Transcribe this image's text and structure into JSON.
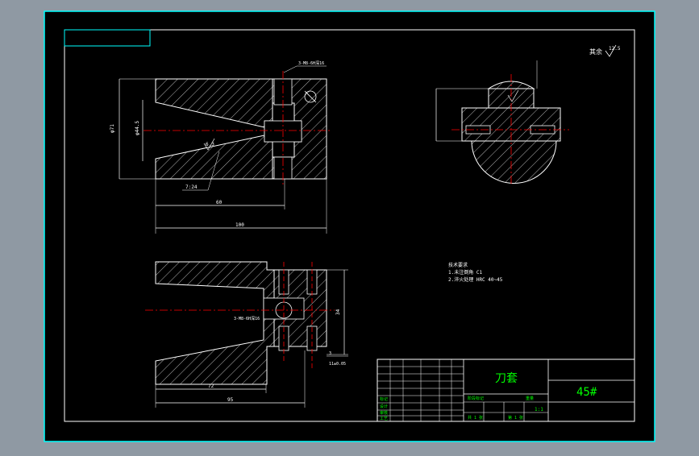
{
  "drawing": {
    "part_name": "刀套",
    "material": "45#",
    "scale": "1:1",
    "roughness_note": "其余",
    "roughness_value": "12.5",
    "tech_notes": [
      "技术要求",
      "1.未注倒角 C1",
      "2.淬火处理 HRC 40~45"
    ],
    "dims": {
      "len_total": "100",
      "len_mid": "60",
      "dia_outer": "φ71",
      "dia_cone": "φ44.5",
      "taper": "7:24",
      "roughness": "6.3",
      "thread_callout": "3-M8-6H深16",
      "bottom_len_a": "72",
      "bottom_len_b": "95",
      "bottom_height": "34",
      "right_dim": "3",
      "right_dim2": "11±0.05"
    },
    "title_block": {
      "row_labels": [
        "标记",
        "设计",
        "审核",
        "工艺"
      ],
      "stage_label": "阶段标记",
      "weight_label": "重量",
      "sheet_label": "共 1 张",
      "sheet_label2": "第 1 张"
    }
  },
  "colors": {
    "background": "#000000",
    "frame": "#00ffff",
    "lines": "#ffffff",
    "center": "#ff0000",
    "accent": "#00ff00"
  }
}
